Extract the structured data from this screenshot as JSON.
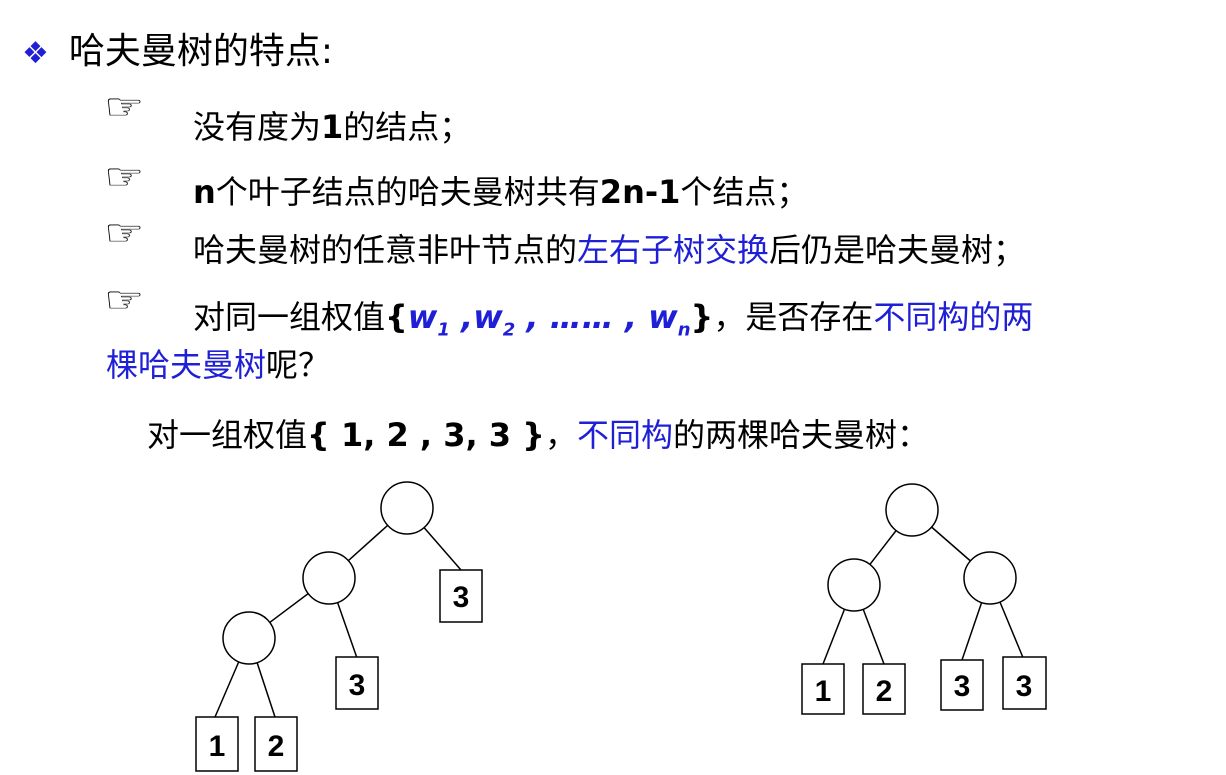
{
  "title": {
    "bullet_icon": "diamond-bullet-icon",
    "text": "哈夫曼树的特点:"
  },
  "bullet_icon": "pointing-hand-icon",
  "points": [
    {
      "pre": "没有度为",
      "num": "1",
      "post": "的结点；"
    },
    {
      "n": "n",
      "mid": "个叶子结点的哈夫曼树共有",
      "num": "2n-1",
      "post": "个结点；"
    },
    {
      "pre": "哈夫曼树的任意非叶节点的",
      "highlight": "左右子树交换",
      "post": "后仍是哈夫曼树；"
    },
    {
      "pre": "对同一组权值",
      "brace_open": "{",
      "w": "w",
      "s1": "1",
      "comma1": " ,",
      "s2": "2",
      "ellipsis": " , …… , ",
      "sn": "n",
      "brace_close": "}",
      "mid": "，是否存在",
      "highlight1": "不同构的两",
      "highlight2": "棵哈夫曼树",
      "post": "呢？"
    }
  ],
  "example": {
    "pre": "对一组权值",
    "weights": "{ 1, 2 , 3, 3 }",
    "comma": "，",
    "highlight": "不同构",
    "post": "的两棵哈夫曼树："
  },
  "trees": {
    "left_leaves": [
      "1",
      "2",
      "3",
      "3"
    ],
    "right_leaves": [
      "1",
      "2",
      "3",
      "3"
    ]
  },
  "colors": {
    "accent_blue": "#1f1fd6",
    "text": "#000000"
  }
}
